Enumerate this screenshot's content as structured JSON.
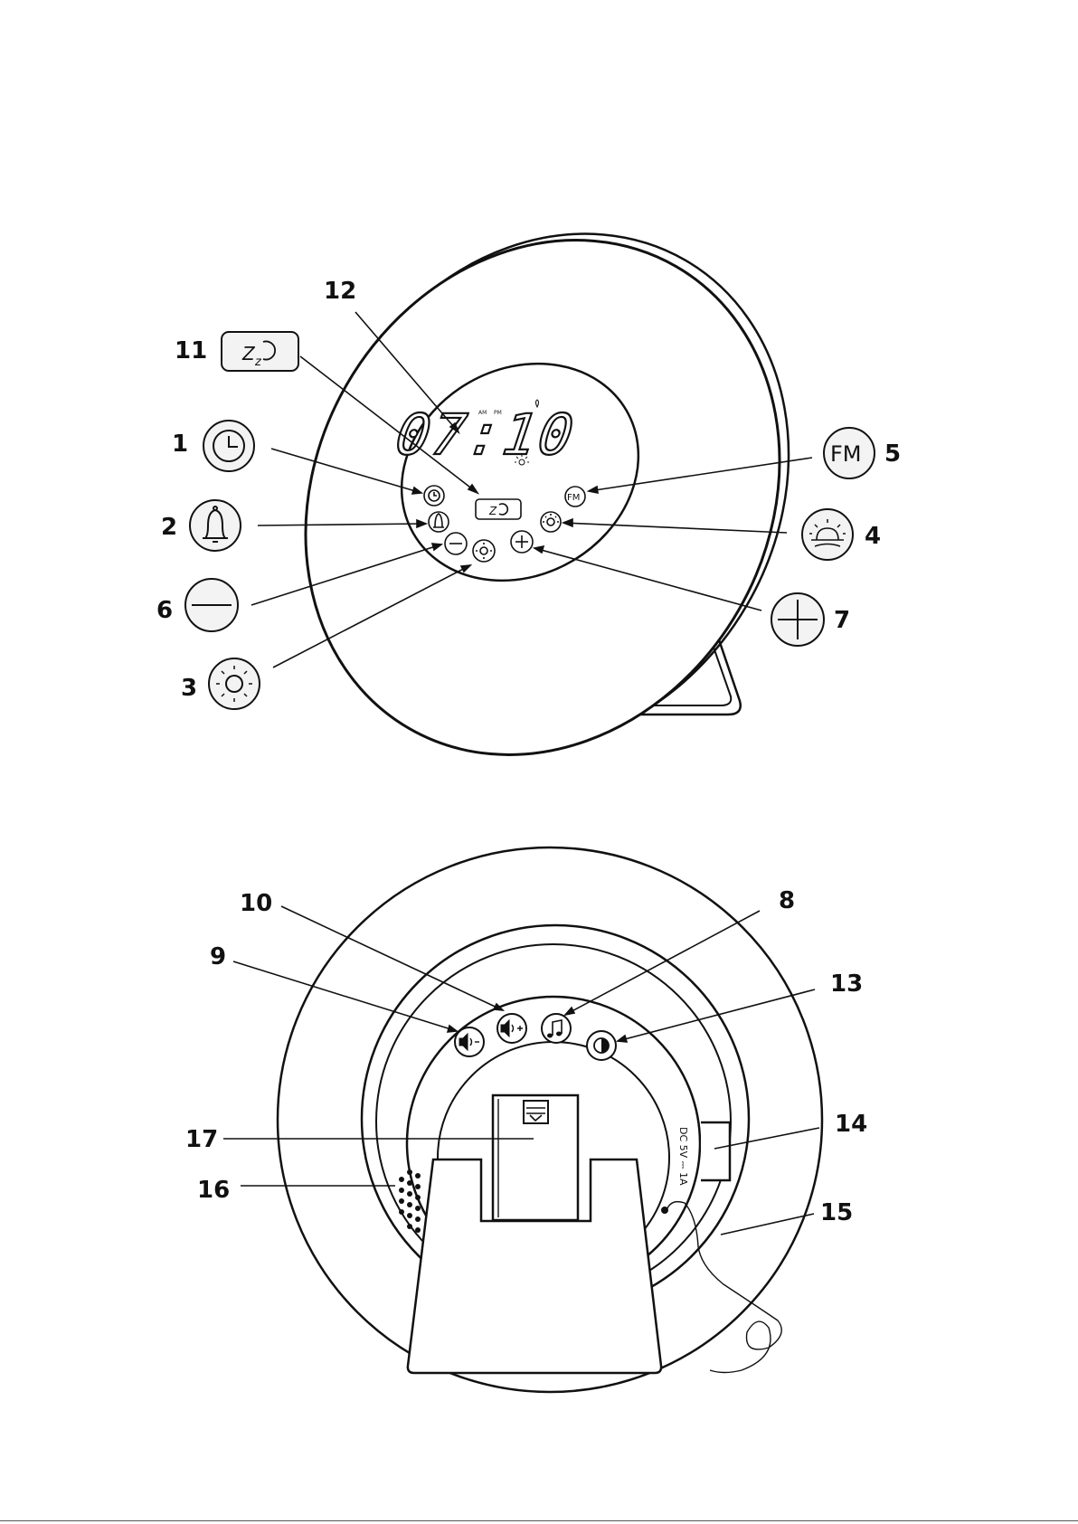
{
  "front_view": {
    "display": {
      "time": "07:10",
      "am": "AM",
      "pm": "PM"
    },
    "fm_icon_text": "FM",
    "fm_small_text": "FM"
  },
  "back_view": {
    "power_label": "DC 5V ⎓ 1A"
  },
  "callouts": {
    "c1": "1",
    "c2": "2",
    "c3": "3",
    "c4": "4",
    "c5": "5",
    "c6": "6",
    "c7": "7",
    "c8": "8",
    "c9": "9",
    "c10": "10",
    "c11": "11",
    "c12": "12",
    "c13": "13",
    "c14": "14",
    "c15": "15",
    "c16": "16",
    "c17": "17"
  },
  "icons": {
    "snooze": "snooze-icon",
    "clock": "clock-icon",
    "alarm": "bell-icon",
    "minus": "minus-icon",
    "light": "sun-icon",
    "fm": "fm-radio-icon",
    "sunrise": "sunrise-icon",
    "plus": "plus-icon",
    "volume_down": "volume-down-icon",
    "volume_up": "volume-up-icon",
    "music": "music-note-icon",
    "color": "half-circle-icon"
  }
}
